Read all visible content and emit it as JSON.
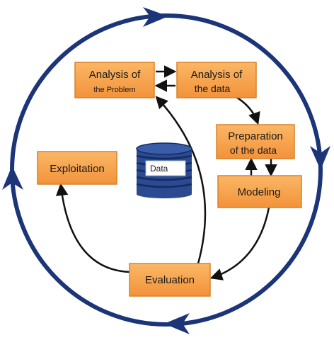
{
  "colors": {
    "cycle": "#1c3478",
    "box_fill": "#f7a24a",
    "box_stroke": "#d9822b",
    "arrow": "#111111",
    "db_body": "#2b4a8f",
    "db_band": "#16306e"
  },
  "boxes": {
    "analysis_problem": {
      "line1": "Analysis of",
      "line2": "the Problem"
    },
    "analysis_data": {
      "line1": "Analysis of",
      "line2": "the data"
    },
    "preparation": {
      "line1": "Preparation",
      "line2": "of the data"
    },
    "modeling": {
      "line1": "Modeling"
    },
    "evaluation": {
      "line1": "Evaluation"
    },
    "exploitation": {
      "line1": "Exploitation"
    }
  },
  "database": {
    "label": "Data"
  }
}
